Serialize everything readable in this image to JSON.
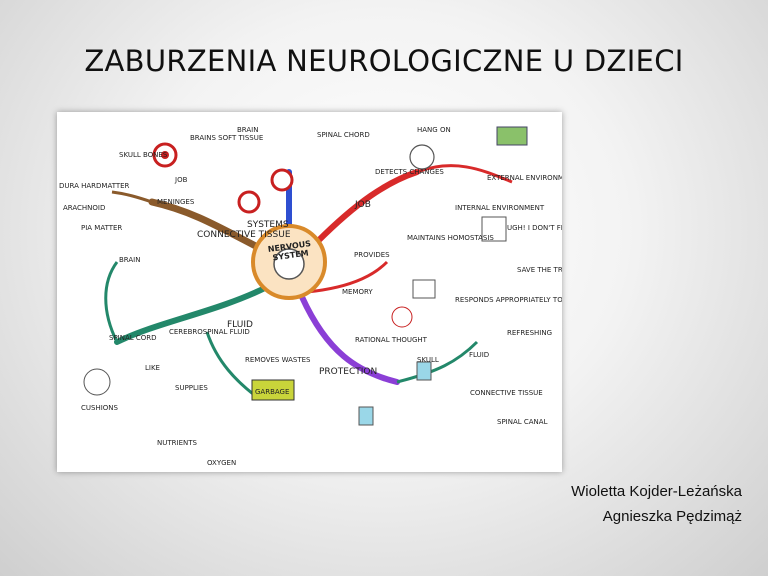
{
  "slide": {
    "title": "ZABURZENIA NEUROLOGICZNE U DZIECI",
    "authors": [
      "Wioletta Kojder-Leżańska",
      "Agnieszka Pędzimąż"
    ]
  },
  "mindmap": {
    "center": "NERVOUS SYSTEM",
    "branches": {
      "connective_tissue": "CONNECTIVE TISSUE",
      "systems": "SYSTEMS",
      "job": "JOB",
      "fluid": "FLUID",
      "protection": "PROTECTION"
    },
    "labels": {
      "skull_bones": "SKULL BONES",
      "brains_soft_tissue": "BRAINS SOFT TISSUE",
      "job_left": "JOB",
      "dura_matter": "DURA HARDMATTER",
      "arachnoid": "ARACHNOID",
      "pia_matter": "PIA MATTER",
      "meninges": "MENINGES",
      "brain_top": "BRAIN",
      "spinal_chord": "SPINAL CHORD",
      "detects_changes": "DETECTS CHANGES",
      "hang_on": "HANG ON",
      "external_environment": "EXTERNAL ENVIRONMENT",
      "internal_environment": "INTERNAL ENVIRONMENT",
      "ugh": "UGH! I DON'T FEEL WELL",
      "save_trees": "SAVE THE TREES",
      "maintains_homostasis": "MAINTAINS HOMOSTASIS",
      "provides": "PROVIDES",
      "memory": "MEMORY",
      "rational_thought": "RATIONAL THOUGHT",
      "responds": "RESPONDS APPROPRIATELY TO CHANGE",
      "brain_left": "BRAIN",
      "spinal_cord": "SPINAL CORD",
      "cerebrospinal_fluid": "CEREBROSPINAL FLUID",
      "like": "LIKE",
      "cushions": "CUSHIONS",
      "removes_wastes": "REMOVES WASTES",
      "garbage": "GARBAGE",
      "supplies": "SUPPLIES",
      "nutrients": "NUTRIENTS",
      "oxygen": "OXYGEN",
      "skull": "SKULL",
      "fluid_right": "FLUID",
      "refreshing": "REFRESHING",
      "connective_tissue_right": "CONNECTIVE TISSUE",
      "spinal_canal": "SPINAL CANAL"
    }
  }
}
